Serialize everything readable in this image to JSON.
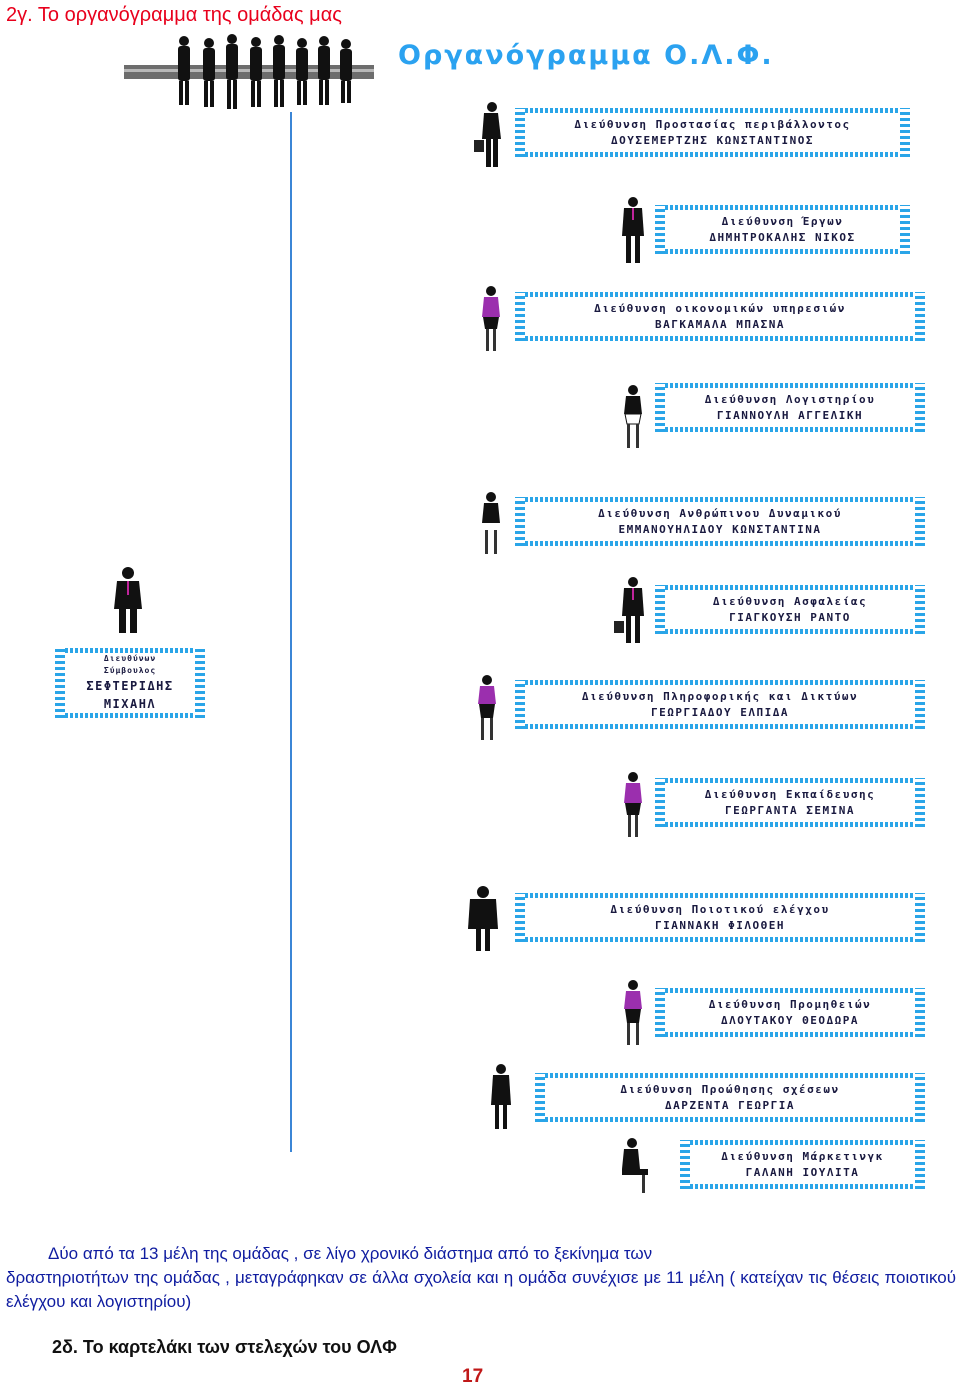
{
  "heading": "2γ. Το οργανόγραμμα της ομάδας μας",
  "chart_title": "Οργανόγραμμα Ο.Λ.Φ.",
  "chairman": {
    "role_line1": "Διευθύνων",
    "role_line2": "Σύμβουλος",
    "name_line1": "ΣΕΦΤΕΡΙΔΗΣ",
    "name_line2": "ΜΙΧΑΗΛ"
  },
  "departments": [
    {
      "role": "Διεύθυνση Προστασίας περιβάλλοντος",
      "person": "ΔΟΥΣΕΜΕΡΤΖΗΣ ΚΩΝΣΤΑΝΤΙΝΟΣ"
    },
    {
      "role": "Διεύθυνση Έργων",
      "person": "ΔΗΜΗΤΡΟΚΑΛΗΣ ΝΙΚΟΣ"
    },
    {
      "role": "Διεύθυνση οικονομικών υπηρεσιών",
      "person": "ΒΑΓΚΑΜΑΛΑ ΜΠΑΣΝΑ"
    },
    {
      "role": "Διεύθυνση Λογιστηρίου",
      "person": "ΓΙΑΝΝΟΥΛΗ ΑΓΓΕΛΙΚΗ"
    },
    {
      "role": "Διεύθυνση Ανθρώπινου Δυναμικού",
      "person": "ΕΜΜΑΝΟΥΗΛΙΔΟΥ ΚΩΝΣΤΑΝΤΙΝΑ"
    },
    {
      "role": "Διεύθυνση Ασφαλείας",
      "person": "ΓΙΑΓΚΟΥΣΗ ΡΑΝΤΟ"
    },
    {
      "role": "Διεύθυνση Πληροφορικής και Δικτύων",
      "person": "ΓΕΩΡΓΙΑΔΟΥ ΕΛΠΙΔΑ"
    },
    {
      "role": "Διεύθυνση Εκπαίδευσης",
      "person": "ΓΕΩΡΓΑΝΤΑ ΣΕΜΙΝΑ"
    },
    {
      "role": "Διεύθυνση Ποιοτικού ελέγχου",
      "person": "ΓΙΑΝΝΑΚΗ ΦΙΛΟΘΕΗ"
    },
    {
      "role": "Διεύθυνση Προμηθειών",
      "person": "ΔΛΟΥΤΑΚΟΥ ΘΕΟΔΩΡΑ"
    },
    {
      "role": "Διεύθυνση Προώθησης σχέσεων",
      "person": "ΔΑΡΖΕΝΤΑ ΓΕΩΡΓΙΑ"
    },
    {
      "role": "Διεύθυνση Μάρκετινγκ",
      "person": "ΓΑΛΑΝΗ ΙΟΥΛΙΤΑ"
    }
  ],
  "paragraph": {
    "line1": "Δύο από τα 13 μέλη της ομάδας , σε λίγο χρονικό διάστημα από το ξεκίνημα των",
    "line2": "δραστηριοτήτων της ομάδας , μεταγράφηκαν σε άλλα σχολεία και η ομάδα συνέχισε με 11",
    "line3": "μέλη ( κατείχαν τις θέσεις ποιοτικού ελέγχου και λογιστηρίου)"
  },
  "subheading": "2δ. Το καρτελάκι των στελεχών του ΟΛΦ",
  "page_number": "17",
  "colors": {
    "heading": "#e8001c",
    "title": "#2ba2f0",
    "border": "#2aa5e8",
    "body_text": "#0f1ca0",
    "page_number": "#c01818"
  }
}
